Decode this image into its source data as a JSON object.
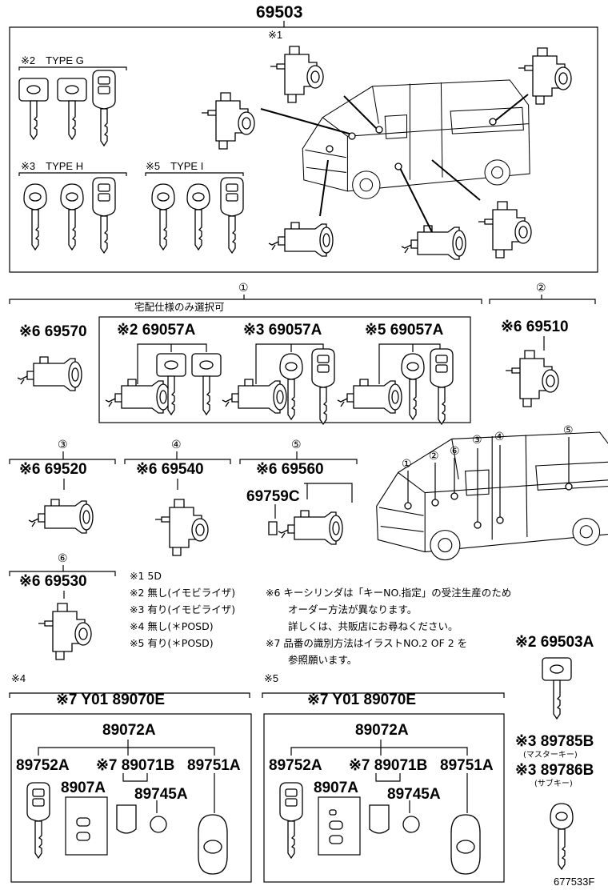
{
  "header": {
    "main_part": "69503"
  },
  "top_section": {
    "note1": "※1",
    "type_g": "※2　TYPE G",
    "type_h": "※3　TYPE H",
    "type_i": "※5　TYPE I"
  },
  "group1": {
    "circle": "①",
    "caption": "宅配仕様のみ選択可",
    "p69570": "※6 69570",
    "p2_69057a": "※2 69057A",
    "p3_69057a": "※3 69057A",
    "p5_69057a": "※5 69057A"
  },
  "group2": {
    "circle": "②",
    "part": "※6 69510"
  },
  "group3": {
    "circle": "③",
    "part": "※6 69520"
  },
  "group4": {
    "circle": "④",
    "part": "※6 69540"
  },
  "group5": {
    "circle": "⑤",
    "part": "※6 69560",
    "sub": "69759C"
  },
  "group6": {
    "circle": "⑥",
    "part": "※6 69530"
  },
  "van_markers": [
    "①",
    "②",
    "⑥",
    "③",
    "④",
    "⑤"
  ],
  "notes": {
    "n1": "※1 5D",
    "n2": "※2 無し(イモビライザ)",
    "n3": "※3 有り(イモビライザ)",
    "n4": "※4 無し(＊POSD)",
    "n5": "※5 有り(＊POSD)",
    "n6a": "※6 キーシリンダは「キーNO.指定」の受注生産のため",
    "n6b": "オーダー方法が異なります。",
    "n6c": "詳しくは、共販店にお尋ねください。",
    "n7a": "※7 品番の識別方法はイラストNO.2 OF 2 を",
    "n7b": "参照願います。"
  },
  "key_sets": [
    {
      "tag": "※4",
      "set": "※7 Y01 89070E",
      "p1": "89072A",
      "p2": "89752A",
      "p3": "※7 89071B",
      "p4": "89751A",
      "p5": "8907A",
      "p6": "89745A"
    },
    {
      "tag": "※5",
      "set": "※7 Y01 89070E",
      "p1": "89072A",
      "p2": "89752A",
      "p3": "※7 89071B",
      "p4": "89751A",
      "p5": "8907A",
      "p6": "89745A"
    }
  ],
  "right_keys": {
    "k1": "※2 69503A",
    "k2": "※3 89785B",
    "k2_sub": "(マスターキー)",
    "k3": "※3 89786B",
    "k3_sub": "(サブキー)"
  },
  "footer": {
    "ref": "677533F"
  }
}
